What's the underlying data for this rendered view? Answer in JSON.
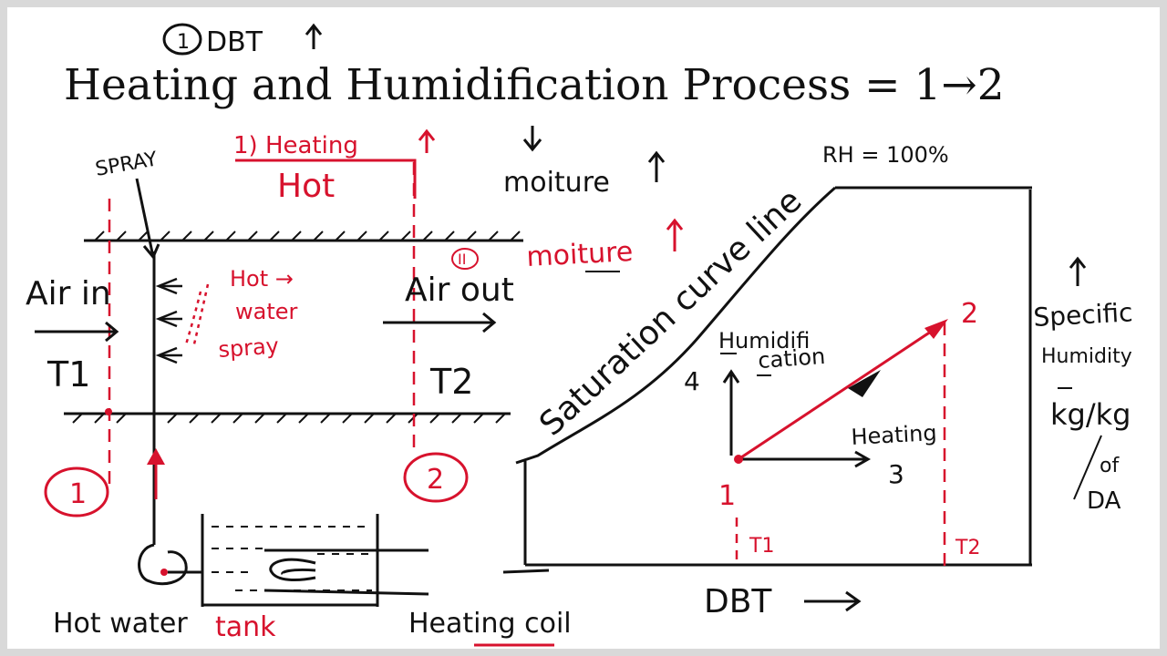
{
  "title": "Heating and Humidification Process = 1→2",
  "annotations": {
    "dbt_note": "DBT",
    "dbt_note_num": "1",
    "heating_note": "1) Heating",
    "hot": "Hot",
    "spray": "SPRAY",
    "moisture_left": "moiture",
    "moisture_right": "moiture",
    "moisture_num": "II",
    "rh": "RH = 100%",
    "air_in": "Air in",
    "air_out": "Air out",
    "t1_left": "T1",
    "t2_left": "T2",
    "hot_water_spray_1": "Hot →",
    "hot_water_spray_2": "water",
    "hot_water_spray_3": "spray",
    "section_1": "1",
    "section_2": "2",
    "hot_water": "Hot water",
    "tank": "tank",
    "heating_coil": "Heating coil"
  },
  "psychro": {
    "saturation_label": "Saturation curve line",
    "humidification_1": "Humidifi",
    "humidification_2": "cation",
    "heating": "Heating",
    "point_1": "1",
    "point_2": "2",
    "point_3": "3",
    "point_4": "4",
    "t1": "T1",
    "t2": "T2",
    "x_axis_label": "DBT",
    "y_axis_1": "Specific",
    "y_axis_2": "Humidity",
    "y_axis_3": "kg/kg",
    "y_axis_4": "of",
    "y_axis_5": "DA"
  },
  "colors": {
    "ink": "#111111",
    "red": "#d7122d",
    "background": "#ffffff"
  },
  "icons": [
    "arrow-down-icon",
    "arrow-up-icon",
    "pump-icon",
    "water-tank-icon",
    "heating-coil-icon"
  ]
}
